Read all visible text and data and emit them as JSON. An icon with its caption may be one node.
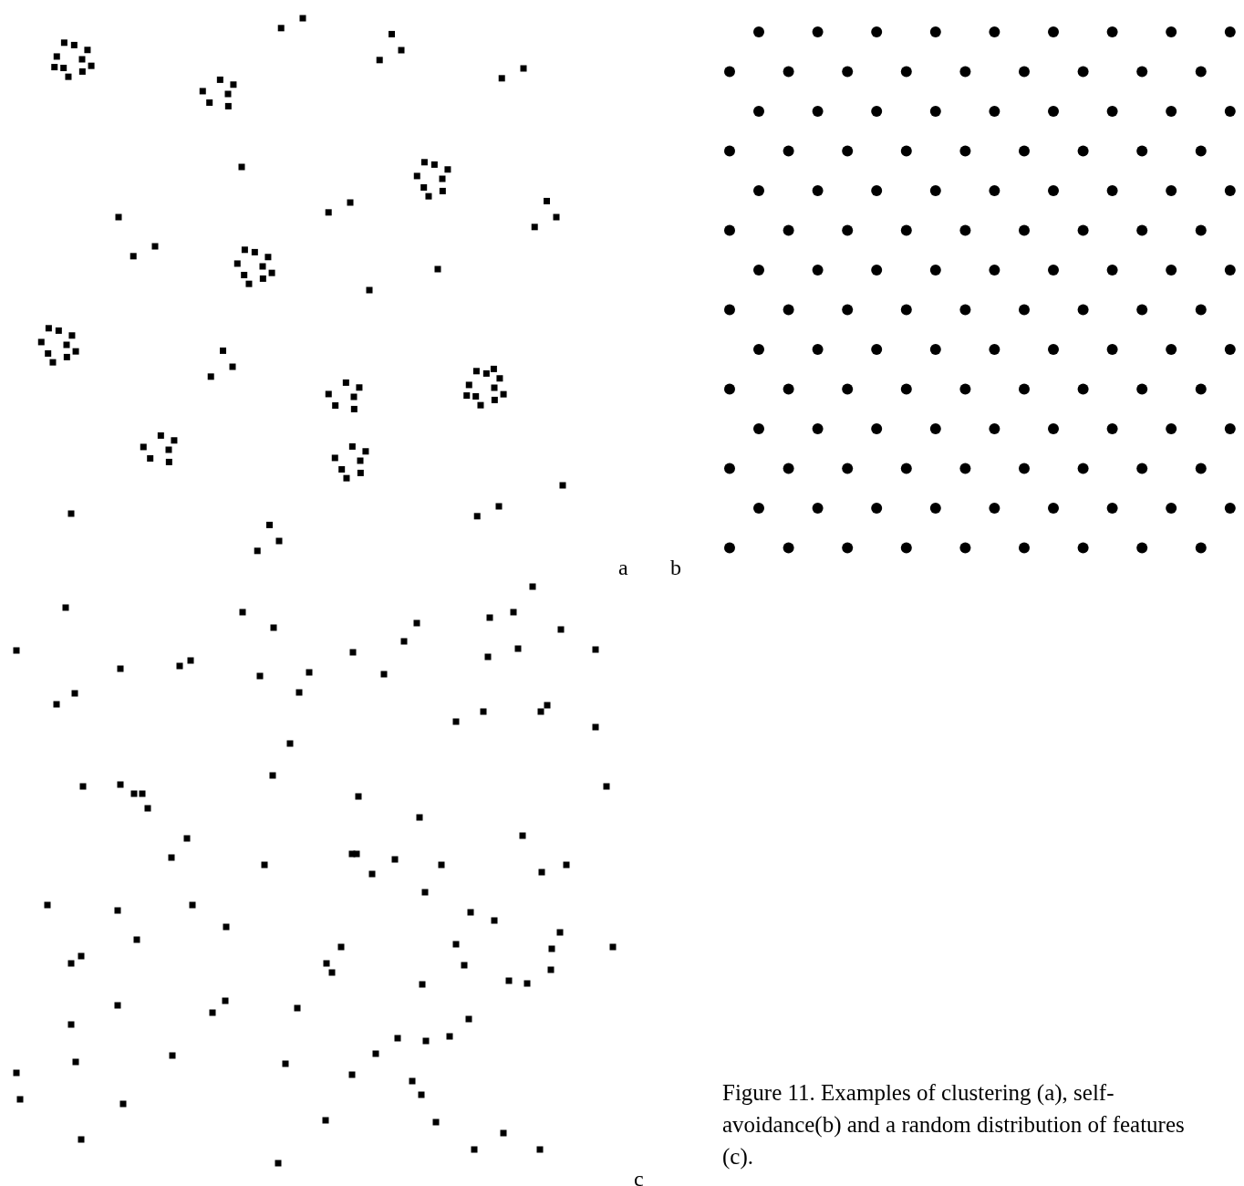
{
  "diagram": {
    "caption": "Figure 11. Examples of clustering (a), self-avoidance(b) and a random distribution of features (c).",
    "labels": [
      "a",
      "b",
      "c"
    ]
  }
}
